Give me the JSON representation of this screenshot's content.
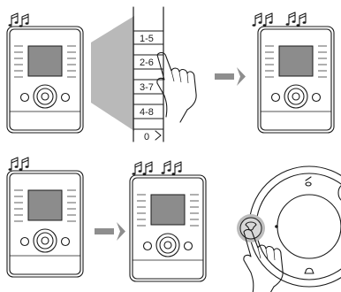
{
  "step_labels": [
    "1-5",
    "2-6",
    "3-7",
    "4-8",
    "0"
  ],
  "colors": {
    "line": "#1a1a1a",
    "screen": "#8c8c8c",
    "arrow": "#8e8e8e",
    "cone": "#b9b9b9"
  },
  "icons": [
    "music-note-icon",
    "handset-icon",
    "arrow-icon",
    "hand-pointer-icon",
    "key-icon",
    "speaker-icon"
  ]
}
